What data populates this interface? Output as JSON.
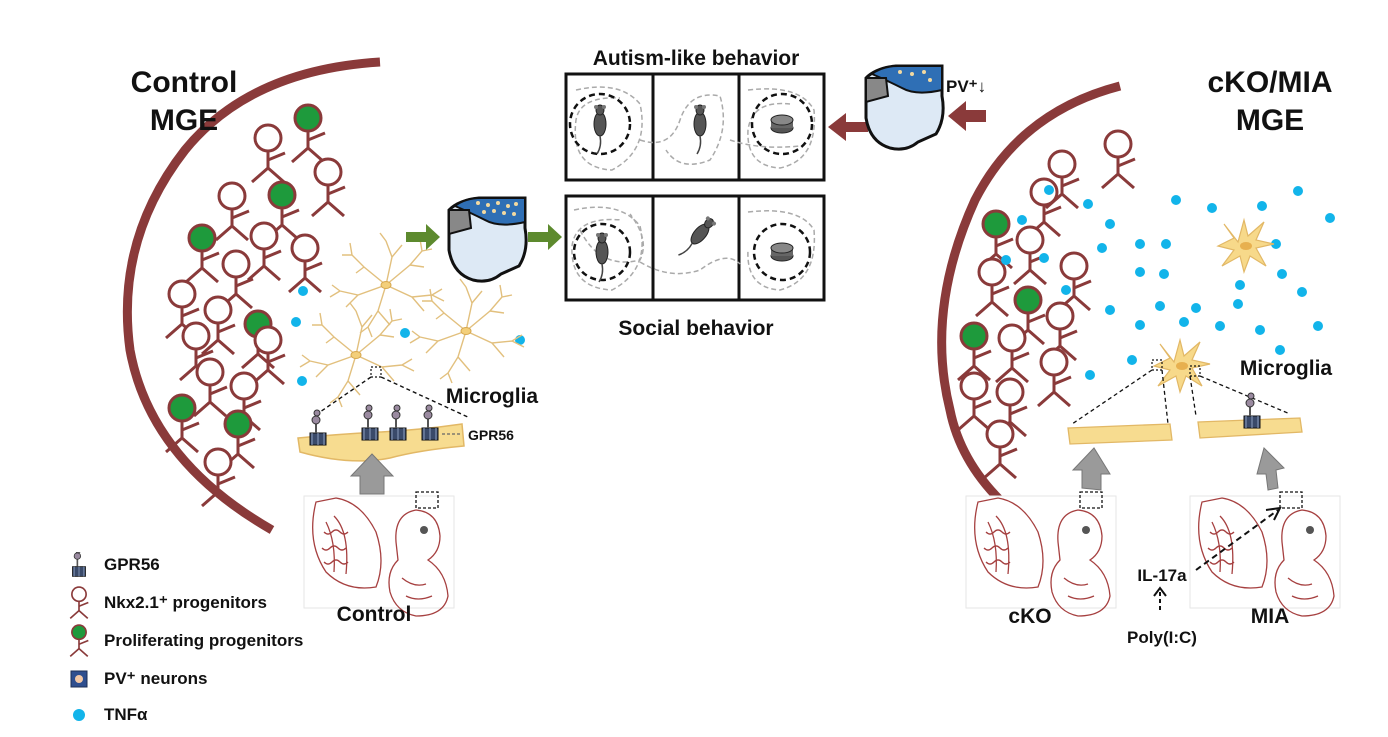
{
  "left_panel": {
    "title_line1": "Control",
    "title_line2": "MGE",
    "microglia_label": "Microglia",
    "gpr56_label": "GPR56",
    "embryo_label": "Control"
  },
  "center_panel": {
    "autism_title": "Autism-like behavior",
    "social_title": "Social behavior",
    "pv_decrease_label": "PV⁺↓"
  },
  "right_panel": {
    "title_line1": "cKO/MIA",
    "title_line2": "MGE",
    "microglia_label": "Microglia",
    "cko_label": "cKO",
    "mia_label": "MIA",
    "il17a_label": "IL-17a",
    "polyic_label": "Poly(I:C)"
  },
  "legend": {
    "items": [
      {
        "label": "GPR56",
        "icon": "gpr56-receptor-icon"
      },
      {
        "label": "Nkx2.1⁺ progenitors",
        "icon": "progenitor-icon"
      },
      {
        "label": "Proliferating progenitors",
        "icon": "proliferating-progenitor-icon"
      },
      {
        "label": "PV⁺ neurons",
        "icon": "pv-neuron-icon"
      },
      {
        "label": "TNFα",
        "icon": "tnf-dot-icon"
      }
    ]
  },
  "colors": {
    "maroon": "#8a3a3a",
    "green": "#1e9a3c",
    "cyan": "#12b4ea",
    "microglia_fill": "#f7dc90",
    "microglia_line": "#e8c98a",
    "arrow_green": "#5d8a2e",
    "arrow_brown": "#8a3a3a",
    "arrow_grey": "#9a9a9a",
    "brain_blue": "#2f6fb5",
    "brain_light": "#dde9f5"
  }
}
